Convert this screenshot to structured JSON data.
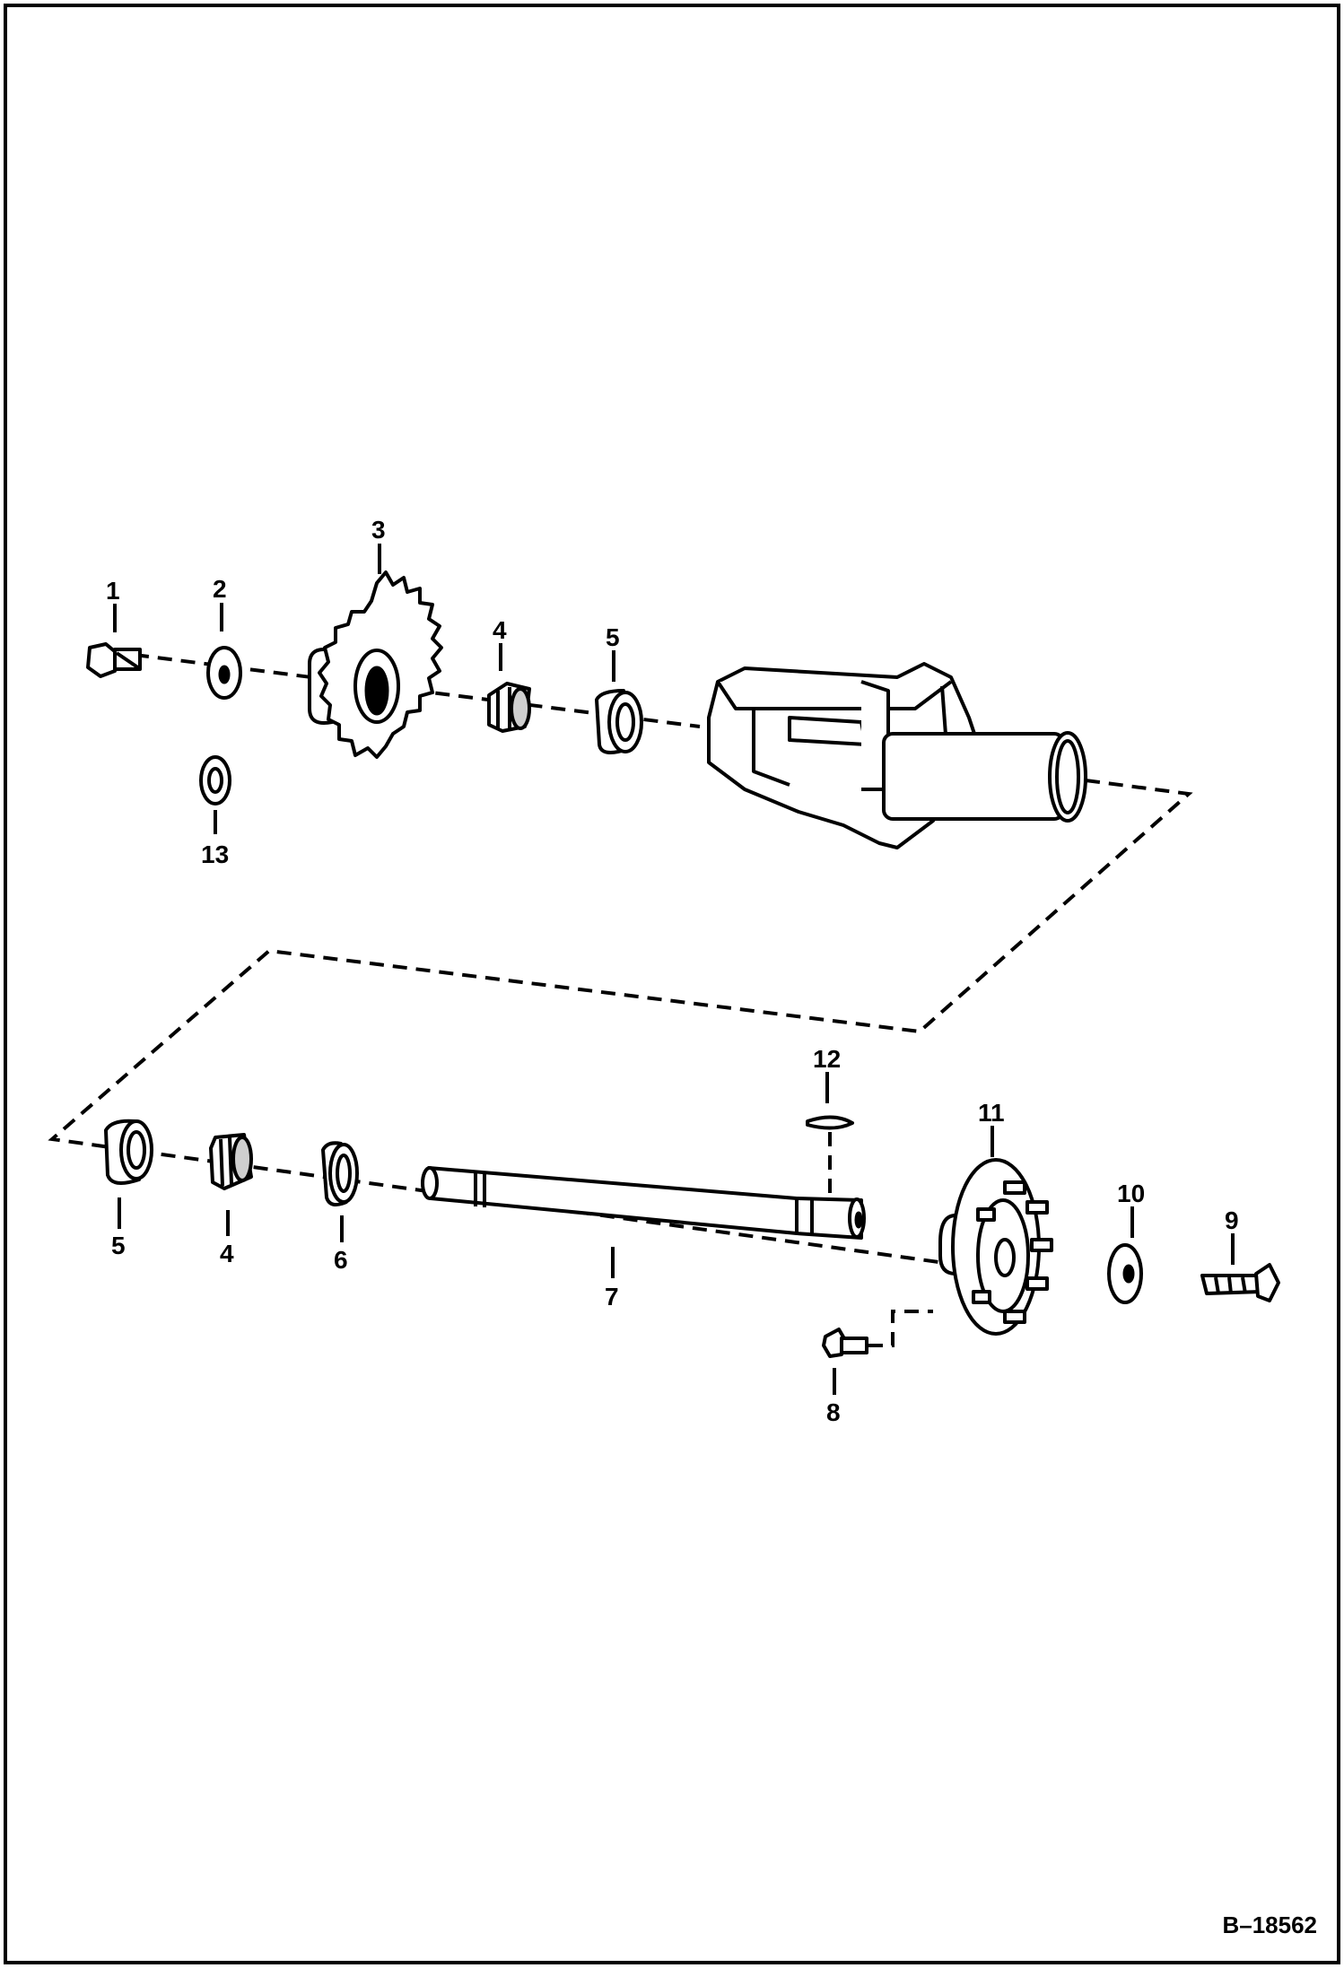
{
  "figure_id": "B–18562",
  "callouts": {
    "c1": "1",
    "c2": "2",
    "c3": "3",
    "c4_top": "4",
    "c5_top": "5",
    "c13": "13",
    "c12": "12",
    "c11": "11",
    "c5_bottom": "5",
    "c4_bottom": "4",
    "c6": "6",
    "c7": "7",
    "c10": "10",
    "c9": "9",
    "c8": "8"
  },
  "colors": {
    "line": "#000000",
    "background": "#ffffff"
  }
}
